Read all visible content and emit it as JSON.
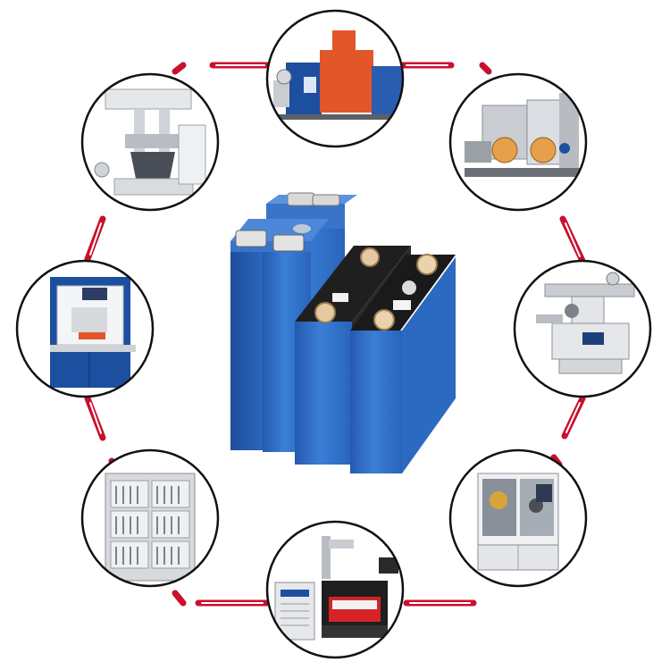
{
  "colors": {
    "background": "#ffffff",
    "connector": "#c8102e",
    "circle_border": "#111111",
    "battery_blue": "#2f6fc4",
    "battery_top": "#1f1f1f",
    "machine_blue": "#1d4fa0",
    "machine_orange": "#e2562a",
    "machine_grey": "#c9ccd1"
  },
  "center_image": {
    "icon": "prismatic-lifepo4-cells",
    "cell_count": 4
  },
  "stations": [
    {
      "name": "planetary-mixer",
      "icon": "mixer-machine-icon"
    },
    {
      "name": "coating-machine",
      "icon": "coating-line-icon"
    },
    {
      "name": "roll-press",
      "icon": "roll-press-icon"
    },
    {
      "name": "die-cutting-machine",
      "icon": "die-cutter-icon"
    },
    {
      "name": "winding-machine",
      "icon": "winding-machine-icon"
    },
    {
      "name": "laser-welding-machine",
      "icon": "laser-welder-icon"
    },
    {
      "name": "grading-cabinet",
      "icon": "grading-cabinet-icon"
    },
    {
      "name": "electrolyte-filling-machine",
      "icon": "filling-machine-icon"
    }
  ]
}
